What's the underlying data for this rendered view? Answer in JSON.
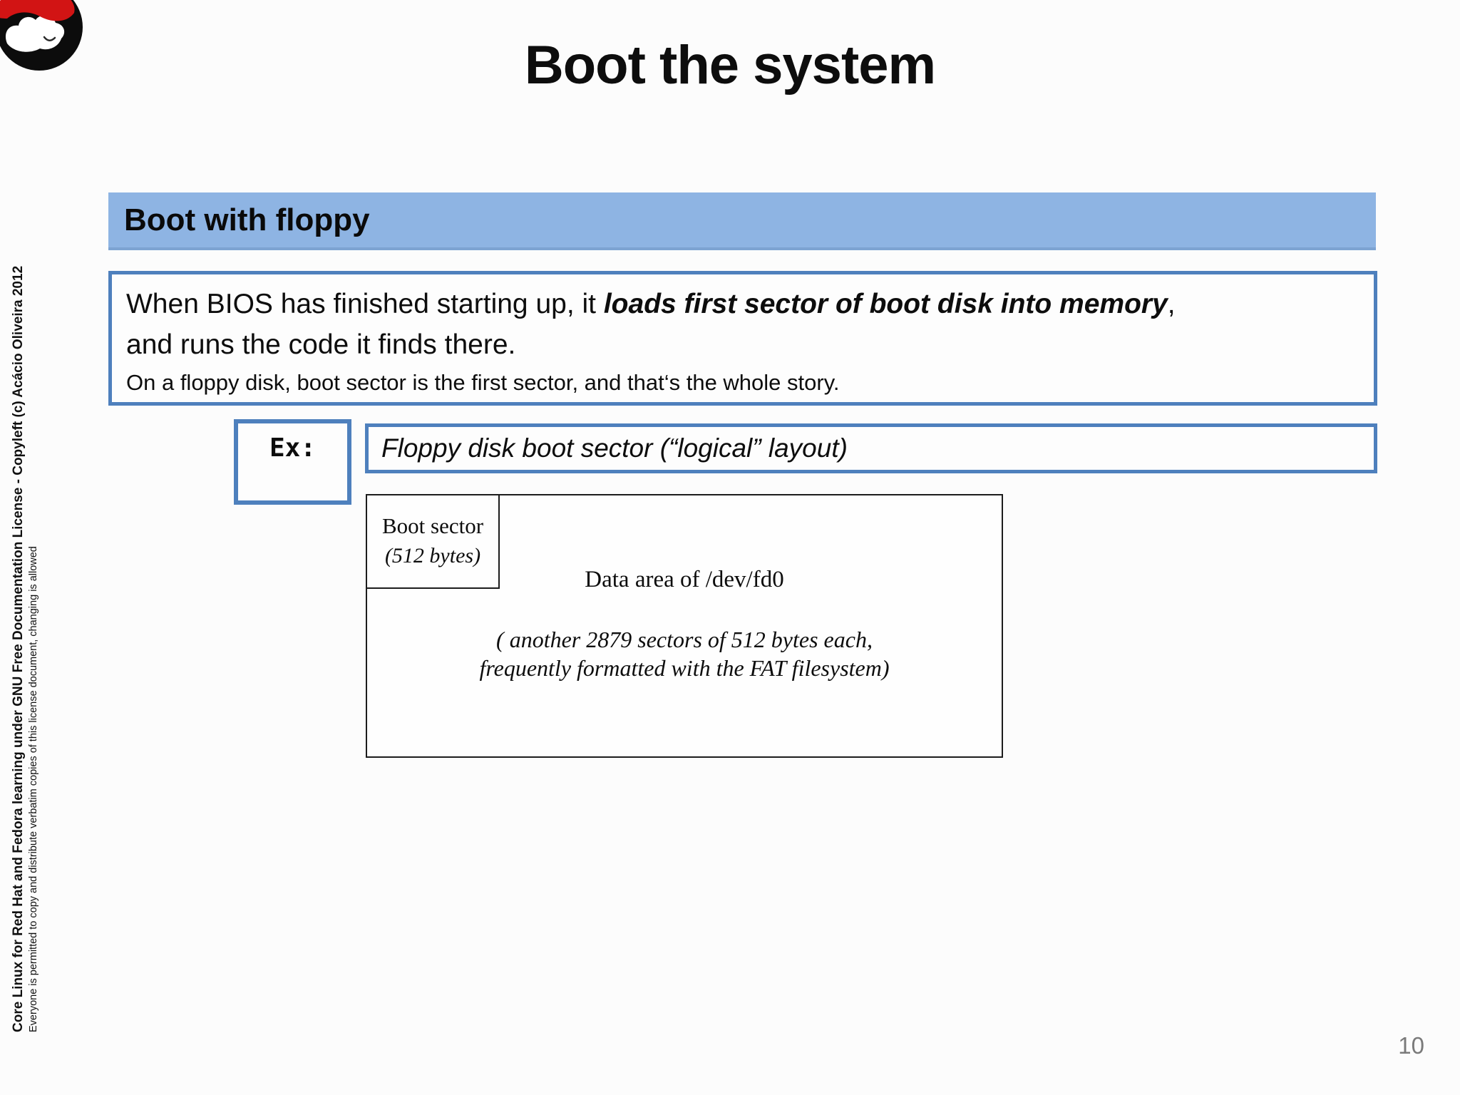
{
  "slide": {
    "title": "Boot the system",
    "page_number": "10"
  },
  "header_bar": {
    "label": "Boot with floppy"
  },
  "body_box": {
    "line1_prefix": "When BIOS has finished starting up, it ",
    "line1_emphasis": "loads first sector of boot disk into memory",
    "line1_suffix": ",",
    "line2": "and runs the code it finds there.",
    "line3": "On a floppy disk, boot sector is the first sector, and that‘s the whole story."
  },
  "example": {
    "label": "Ex:",
    "caption": "Floppy disk boot sector (“logical” layout)"
  },
  "diagram": {
    "boot_sector_title": "Boot sector",
    "boot_sector_sub": "(512 bytes)",
    "data_area_title": "Data area of /dev/fd0",
    "note_line1": "( another 2879 sectors of 512 bytes each,",
    "note_line2": "frequently formatted with the FAT filesystem)"
  },
  "sidebar": {
    "license_line1": "Core Linux for Red Hat and Fedora learning under GNU Free Documentation License  - Copyleft (c) Acácio Oliveira 2012",
    "license_line2": "Everyone is permitted to copy and distribute verbatim copies of this license document, changing is allowed"
  },
  "icons": {
    "logo": "redhat-shadowman-logo"
  },
  "colors": {
    "bar_fill": "#8EB4E3",
    "box_border": "#4E80BD",
    "diagram_border": "#1c1c1c",
    "text": "#0d0d0d",
    "page_number": "#7a7a7a",
    "logo_red": "#d21414"
  }
}
